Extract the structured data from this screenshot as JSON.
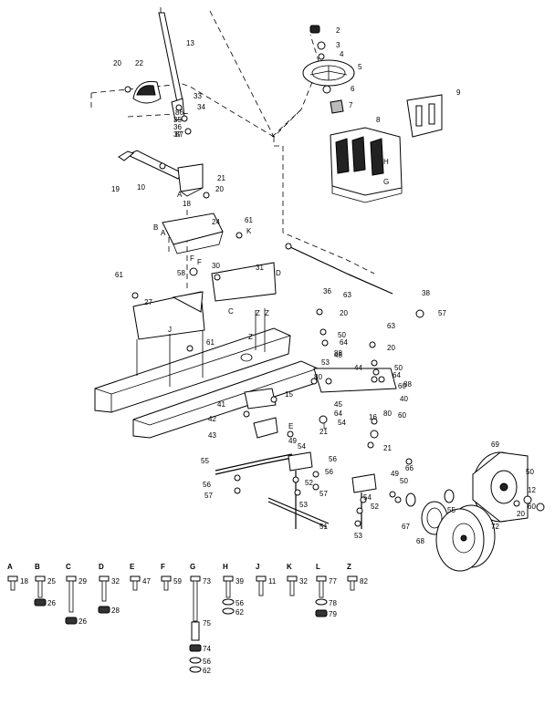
{
  "callouts": [
    {
      "id": "c2",
      "text": "2"
    },
    {
      "id": "c3",
      "text": "3"
    },
    {
      "id": "c4",
      "text": "4"
    },
    {
      "id": "c5",
      "text": "5"
    },
    {
      "id": "c6",
      "text": "6"
    },
    {
      "id": "c7",
      "text": "7"
    },
    {
      "id": "c8",
      "text": "8"
    },
    {
      "id": "c9",
      "text": "9"
    },
    {
      "id": "c10",
      "text": "10"
    },
    {
      "id": "c13",
      "text": "13"
    },
    {
      "id": "c15",
      "text": "15"
    },
    {
      "id": "c16",
      "text": "16"
    },
    {
      "id": "c18",
      "text": "18"
    },
    {
      "id": "c19",
      "text": "19"
    },
    {
      "id": "c20a",
      "text": "20"
    },
    {
      "id": "c20b",
      "text": "20"
    },
    {
      "id": "c20c",
      "text": "20"
    },
    {
      "id": "c20d",
      "text": "20"
    },
    {
      "id": "c20e",
      "text": "20"
    },
    {
      "id": "c21a",
      "text": "21"
    },
    {
      "id": "c21b",
      "text": "21"
    },
    {
      "id": "c21c",
      "text": "21"
    },
    {
      "id": "c22",
      "text": "22"
    },
    {
      "id": "c24",
      "text": "24"
    },
    {
      "id": "c27",
      "text": "27"
    },
    {
      "id": "c30",
      "text": "30"
    },
    {
      "id": "c31",
      "text": "31"
    },
    {
      "id": "c33",
      "text": "33"
    },
    {
      "id": "c34",
      "text": "34"
    },
    {
      "id": "c35",
      "text": "35"
    },
    {
      "id": "c36",
      "text": "36"
    },
    {
      "id": "c36b",
      "text": "36"
    },
    {
      "id": "c37",
      "text": "37"
    },
    {
      "id": "c38",
      "text": "38"
    },
    {
      "id": "c40",
      "text": "40"
    },
    {
      "id": "c41",
      "text": "41"
    },
    {
      "id": "c42",
      "text": "42"
    },
    {
      "id": "c43",
      "text": "43"
    },
    {
      "id": "c44",
      "text": "44"
    },
    {
      "id": "c45",
      "text": "45"
    },
    {
      "id": "c48",
      "text": "48"
    },
    {
      "id": "c49a",
      "text": "49"
    },
    {
      "id": "c49b",
      "text": "49"
    },
    {
      "id": "c50a",
      "text": "50"
    },
    {
      "id": "c50b",
      "text": "50"
    },
    {
      "id": "c50c",
      "text": "50"
    },
    {
      "id": "c50d",
      "text": "50"
    },
    {
      "id": "c51",
      "text": "51"
    },
    {
      "id": "c52a",
      "text": "52"
    },
    {
      "id": "c52b",
      "text": "52"
    },
    {
      "id": "c53a",
      "text": "53"
    },
    {
      "id": "c53b",
      "text": "53"
    },
    {
      "id": "c53c",
      "text": "53"
    },
    {
      "id": "c54a",
      "text": "54"
    },
    {
      "id": "c54b",
      "text": "54"
    },
    {
      "id": "c54c",
      "text": "54"
    },
    {
      "id": "c55a",
      "text": "55"
    },
    {
      "id": "c55b",
      "text": "55"
    },
    {
      "id": "c56a",
      "text": "56"
    },
    {
      "id": "c56b",
      "text": "56"
    },
    {
      "id": "c56c",
      "text": "56"
    },
    {
      "id": "c57a",
      "text": "57"
    },
    {
      "id": "c57b",
      "text": "57"
    },
    {
      "id": "c57c",
      "text": "57"
    },
    {
      "id": "c58",
      "text": "58"
    },
    {
      "id": "c60a",
      "text": "60"
    },
    {
      "id": "c60b",
      "text": "60"
    },
    {
      "id": "c60c",
      "text": "60"
    },
    {
      "id": "c61a",
      "text": "61"
    },
    {
      "id": "c61b",
      "text": "61"
    },
    {
      "id": "c61c",
      "text": "61"
    },
    {
      "id": "c63a",
      "text": "63"
    },
    {
      "id": "c63b",
      "text": "63"
    },
    {
      "id": "c64a",
      "text": "64"
    },
    {
      "id": "c64b",
      "text": "64"
    },
    {
      "id": "c64c",
      "text": "64"
    },
    {
      "id": "c66",
      "text": "66"
    },
    {
      "id": "c67",
      "text": "67"
    },
    {
      "id": "c68",
      "text": "68"
    },
    {
      "id": "c69",
      "text": "69"
    },
    {
      "id": "c72",
      "text": "72"
    },
    {
      "id": "c80a",
      "text": "80"
    },
    {
      "id": "c80b",
      "text": "80"
    },
    {
      "id": "c86",
      "text": "86"
    },
    {
      "id": "c87",
      "text": "87"
    },
    {
      "id": "c88a",
      "text": "88"
    },
    {
      "id": "c88b",
      "text": "88"
    },
    {
      "id": "c12",
      "text": "12"
    },
    {
      "id": "lA1",
      "text": "A"
    },
    {
      "id": "lA2",
      "text": "A"
    },
    {
      "id": "lB",
      "text": "B"
    },
    {
      "id": "lC",
      "text": "C"
    },
    {
      "id": "lD",
      "text": "D"
    },
    {
      "id": "lE",
      "text": "E"
    },
    {
      "id": "lF1",
      "text": "F"
    },
    {
      "id": "lF2",
      "text": "F"
    },
    {
      "id": "lG",
      "text": "G"
    },
    {
      "id": "lH",
      "text": "H"
    },
    {
      "id": "lJ",
      "text": "J"
    },
    {
      "id": "lK",
      "text": "K"
    },
    {
      "id": "lL",
      "text": "L"
    },
    {
      "id": "lZ1",
      "text": "Z"
    },
    {
      "id": "lZ2",
      "text": "Z"
    },
    {
      "id": "lZ3",
      "text": "Z"
    }
  ],
  "hardware": [
    {
      "letter": "A",
      "labels": [
        "18"
      ]
    },
    {
      "letter": "B",
      "labels": [
        "25",
        "26"
      ]
    },
    {
      "letter": "C",
      "labels": [
        "29",
        "26"
      ]
    },
    {
      "letter": "D",
      "labels": [
        "32",
        "28"
      ]
    },
    {
      "letter": "E",
      "labels": [
        "47"
      ]
    },
    {
      "letter": "F",
      "labels": [
        "59"
      ]
    },
    {
      "letter": "G",
      "labels": [
        "73",
        "75",
        "74",
        "56",
        "62"
      ]
    },
    {
      "letter": "H",
      "labels": [
        "39",
        "56",
        "62"
      ]
    },
    {
      "letter": "J",
      "labels": [
        "11"
      ]
    },
    {
      "letter": "K",
      "labels": [
        "32"
      ]
    },
    {
      "letter": "L",
      "labels": [
        "77",
        "78",
        "79"
      ]
    },
    {
      "letter": "Z",
      "labels": [
        "82"
      ]
    }
  ]
}
